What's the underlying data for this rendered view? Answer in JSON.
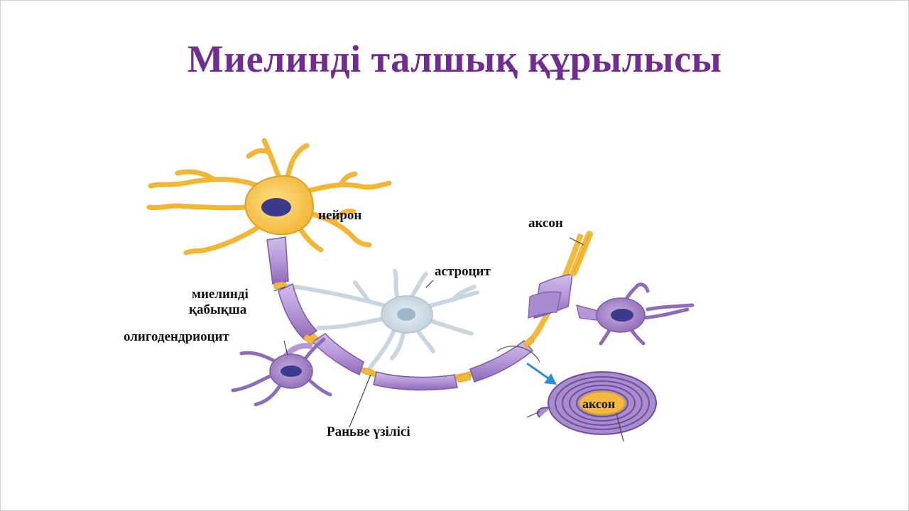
{
  "title": "Миелинді талшық  құрылысы",
  "labels": {
    "neuron": "нейрон",
    "axon_top": "аксон",
    "astrocyte": "астроцит",
    "myelin_line1": "миелинді",
    "myelin_line2": "қабықша",
    "oligodendrocyte": "олигодендриоцит",
    "node_of_ranvier": "Раньве үзілісі",
    "axon_cross_section": "аксон"
  },
  "colors": {
    "title": "#6f2d91",
    "neuron_body": "#f7c64a",
    "neuron_outline": "#d9a22a",
    "myelin": "#b89ad6",
    "myelin_outline": "#7e5aa8",
    "astrocyte": "#cfdbe6",
    "astrocyte_nucleus": "#9fb6c9",
    "nucleus": "#3b3a8c",
    "axon": "#f4b83a",
    "arrow": "#2f8fcf"
  }
}
